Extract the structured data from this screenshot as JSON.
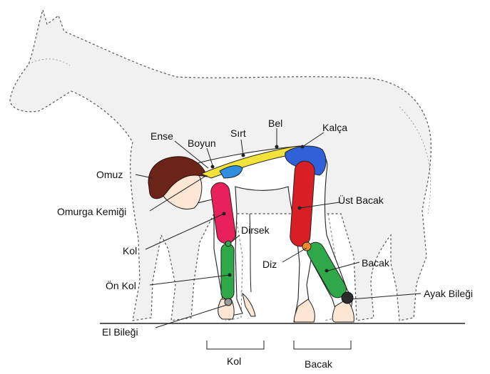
{
  "labels": {
    "ense": "Ense",
    "boyun": "Boyun",
    "sirt": "Sırt",
    "bel": "Bel",
    "kalca": "Kalça",
    "omuz": "Omuz",
    "omurga_kemigi": "Omurga Kemiği",
    "ust_bacak": "Üst Bacak",
    "dirsek": "Dirsek",
    "kol": "Kol",
    "diz": "Diz",
    "bacak": "Bacak",
    "on_kol": "Ön Kol",
    "ayak_bilegi": "Ayak Bileği",
    "el_bilegi": "El Bileği",
    "group_kol": "Kol",
    "group_bacak": "Bacak"
  },
  "colors": {
    "upper_arm": "#e8215a",
    "forearm": "#2fa84a",
    "thigh": "#d81f26",
    "shin": "#2fa84a",
    "spine": "#f2e23a",
    "pelvis": "#2f62d8",
    "shoulder_blade": "#2f8ee0",
    "hair": "#6b2418",
    "joint": "#444444",
    "horse_outline": "#555555"
  },
  "icons": {
    "horse": "horse-outline-icon",
    "human": "human-figure-icon"
  }
}
